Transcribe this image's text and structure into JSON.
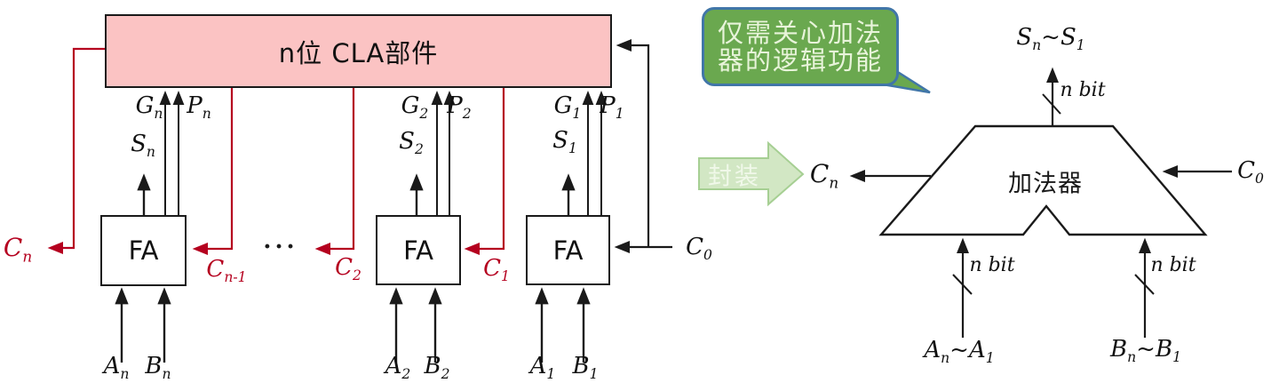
{
  "colors": {
    "cla_fill": "#fbc3c3",
    "carry_red": "#b5001f",
    "bubble_fill": "#6aa84f",
    "bubble_border": "#4176a8",
    "bubble_text": "#e8f4da",
    "encap_fill": "#d2e7c4",
    "encap_border": "#a6cf93",
    "line_black": "#1a1a1a"
  },
  "left_diagram": {
    "title": "n位 CLA部件",
    "fa_label": "FA",
    "dots": "···",
    "signals": {
      "g_n": [
        [
          "G",
          0
        ],
        [
          "n",
          1
        ]
      ],
      "p_n": [
        [
          "P",
          0
        ],
        [
          "n",
          1
        ]
      ],
      "s_n": [
        [
          "S",
          0
        ],
        [
          "n",
          1
        ]
      ],
      "a_n": [
        [
          "A",
          0
        ],
        [
          "n",
          1
        ]
      ],
      "b_n": [
        [
          "B",
          0
        ],
        [
          "n",
          1
        ]
      ],
      "g_2": [
        [
          "G",
          0
        ],
        [
          "2",
          1
        ]
      ],
      "p_2": [
        [
          "P",
          0
        ],
        [
          "2",
          1
        ]
      ],
      "s_2": [
        [
          "S",
          0
        ],
        [
          "2",
          1
        ]
      ],
      "a_2": [
        [
          "A",
          0
        ],
        [
          "2",
          1
        ]
      ],
      "b_2": [
        [
          "B",
          0
        ],
        [
          "2",
          1
        ]
      ],
      "g_1": [
        [
          "G",
          0
        ],
        [
          "1",
          1
        ]
      ],
      "p_1": [
        [
          "P",
          0
        ],
        [
          "1",
          1
        ]
      ],
      "s_1": [
        [
          "S",
          0
        ],
        [
          "1",
          1
        ]
      ],
      "a_1": [
        [
          "A",
          0
        ],
        [
          "1",
          1
        ]
      ],
      "b_1": [
        [
          "B",
          0
        ],
        [
          "1",
          1
        ]
      ]
    },
    "carries": {
      "c_n": [
        [
          "C",
          0
        ],
        [
          "n",
          1
        ]
      ],
      "c_n1": [
        [
          "C",
          0
        ],
        [
          "n-1",
          1
        ]
      ],
      "c_2": [
        [
          "C",
          0
        ],
        [
          "2",
          1
        ]
      ],
      "c_1": [
        [
          "C",
          0
        ],
        [
          "1",
          1
        ]
      ],
      "c_0": [
        [
          "C",
          0
        ],
        [
          "0",
          1
        ]
      ]
    }
  },
  "annotation": {
    "bubble_line1": "仅需关心加法",
    "bubble_line2": "器的逻辑功能",
    "encapsulate_label": "封装"
  },
  "right_diagram": {
    "adder_label": "加法器",
    "sum_range": [
      [
        "S",
        0
      ],
      [
        "n",
        1
      ],
      [
        "~",
        0
      ],
      [
        "S",
        0
      ],
      [
        "1",
        1
      ]
    ],
    "a_range": [
      [
        "A",
        0
      ],
      [
        "n",
        1
      ],
      [
        "~",
        0
      ],
      [
        "A",
        0
      ],
      [
        "1",
        1
      ]
    ],
    "b_range": [
      [
        "B",
        0
      ],
      [
        "n",
        1
      ],
      [
        "~",
        0
      ],
      [
        "B",
        0
      ],
      [
        "1",
        1
      ]
    ],
    "carry_out": [
      [
        "C",
        0
      ],
      [
        "n",
        1
      ]
    ],
    "carry_in": [
      [
        "C",
        0
      ],
      [
        "0",
        1
      ]
    ],
    "bus_width_label": "n bit"
  }
}
